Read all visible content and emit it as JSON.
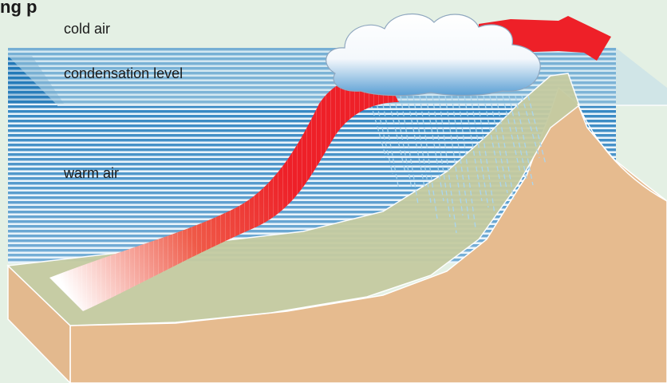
{
  "title_fragment": "ng p",
  "labels": {
    "cold_air": "cold air",
    "condensation_level": "condensation level",
    "warm_air": "warm air"
  },
  "colors": {
    "background": "#e4f0e4",
    "sky_stripe": "#1e79bb",
    "ground": "#e6bb8f",
    "slope": "#c5cba1",
    "airflow": "#ee2028",
    "condensation_plane": "#bfdce9",
    "rain": "#a9d5ef"
  }
}
